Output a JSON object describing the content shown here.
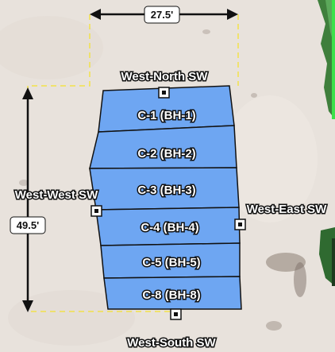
{
  "cells": [
    {
      "label": "C-1 (BH-1)"
    },
    {
      "label": "C-2 (BH-2)"
    },
    {
      "label": "C-3 (BH-3)"
    },
    {
      "label": "C-4 (BH-4)"
    },
    {
      "label": "C-5 (BH-5)"
    },
    {
      "label": "C-8 (BH-8)"
    }
  ],
  "swabs": {
    "north": "West-North SW",
    "west": "West-West SW",
    "east": "West-East SW",
    "south": "West-South SW"
  },
  "dimensions": {
    "width": "27.5'",
    "length": "49.5'"
  },
  "colors": {
    "cell_fill": "#6ea6f2",
    "dim_line": "#f2e24a",
    "ground": "#e9e4de",
    "vegetation": "#3a7a3a"
  }
}
